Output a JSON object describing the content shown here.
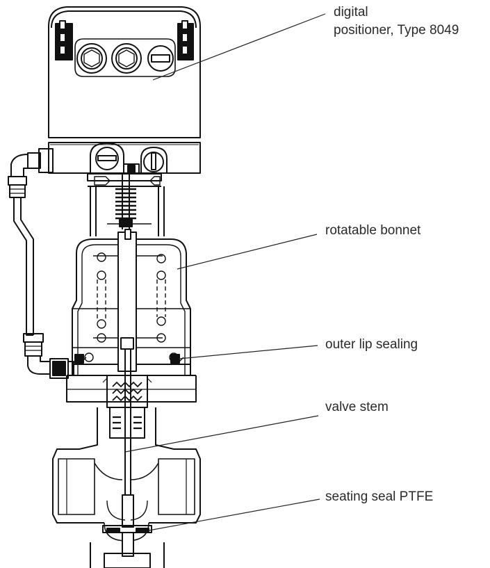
{
  "colors": {
    "ink": "#111111",
    "label": "#2a2a2a",
    "background": "#ffffff"
  },
  "labels": {
    "positioner_line1": "digital",
    "positioner_line2": "positioner, Type 8049",
    "bonnet": "rotatable bonnet",
    "outer_lip": "outer lip sealing",
    "stem": "valve stem",
    "seat": "seating seal PTFE"
  }
}
